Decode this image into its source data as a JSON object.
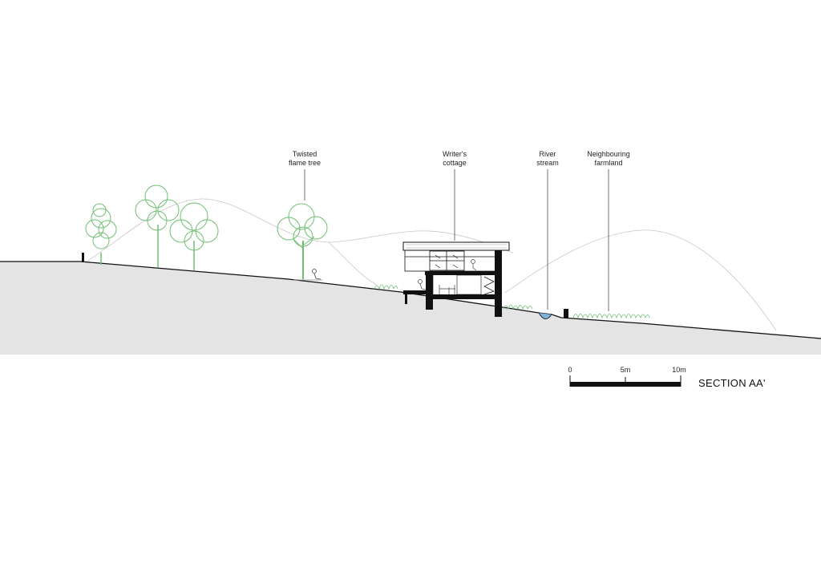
{
  "annotations": {
    "flame_tree": "Twisted\nflame tree",
    "cottage": "Writer's\ncottage",
    "river": "River\nstream",
    "farmland": "Neighbouring\nfarmland"
  },
  "scale_bar": {
    "tick0": "0",
    "tick1": "5m",
    "tick2": "10m"
  },
  "title": "SECTION AA'",
  "colors": {
    "ground": "#e4e4e4",
    "tree": "#6fbf73",
    "line": "#111111",
    "water": "#7fb2d8"
  }
}
